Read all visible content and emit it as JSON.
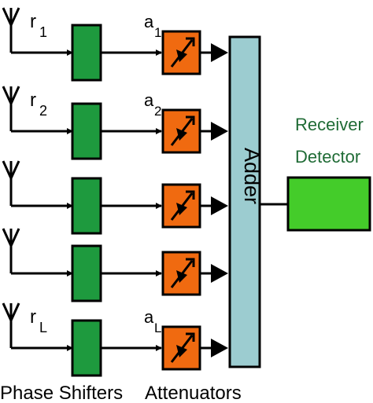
{
  "diagram": {
    "colors": {
      "phase_shifter": "#1e9a3e",
      "attenuator": "#f06a10",
      "adder": "#9cccd0",
      "receiver": "#44cc2a",
      "line": "#000000",
      "receiver_text": "#1f6b35"
    },
    "branches": [
      {
        "signal": "r",
        "subscript": "1",
        "weight": "a",
        "weight_subscript": "1"
      },
      {
        "signal": "r",
        "subscript": "2",
        "weight": "a",
        "weight_subscript": "2"
      },
      {
        "signal": "",
        "subscript": "",
        "weight": "",
        "weight_subscript": ""
      },
      {
        "signal": "",
        "subscript": "",
        "weight": "",
        "weight_subscript": ""
      },
      {
        "signal": "r",
        "subscript": "L",
        "weight": "a",
        "weight_subscript": "L"
      }
    ],
    "adder_label": "Adder",
    "receiver_label_line1": "Receiver",
    "receiver_label_line2": "Detector",
    "phase_shifters_label": "Phase Shifters",
    "attenuators_label": "Attenuators"
  }
}
